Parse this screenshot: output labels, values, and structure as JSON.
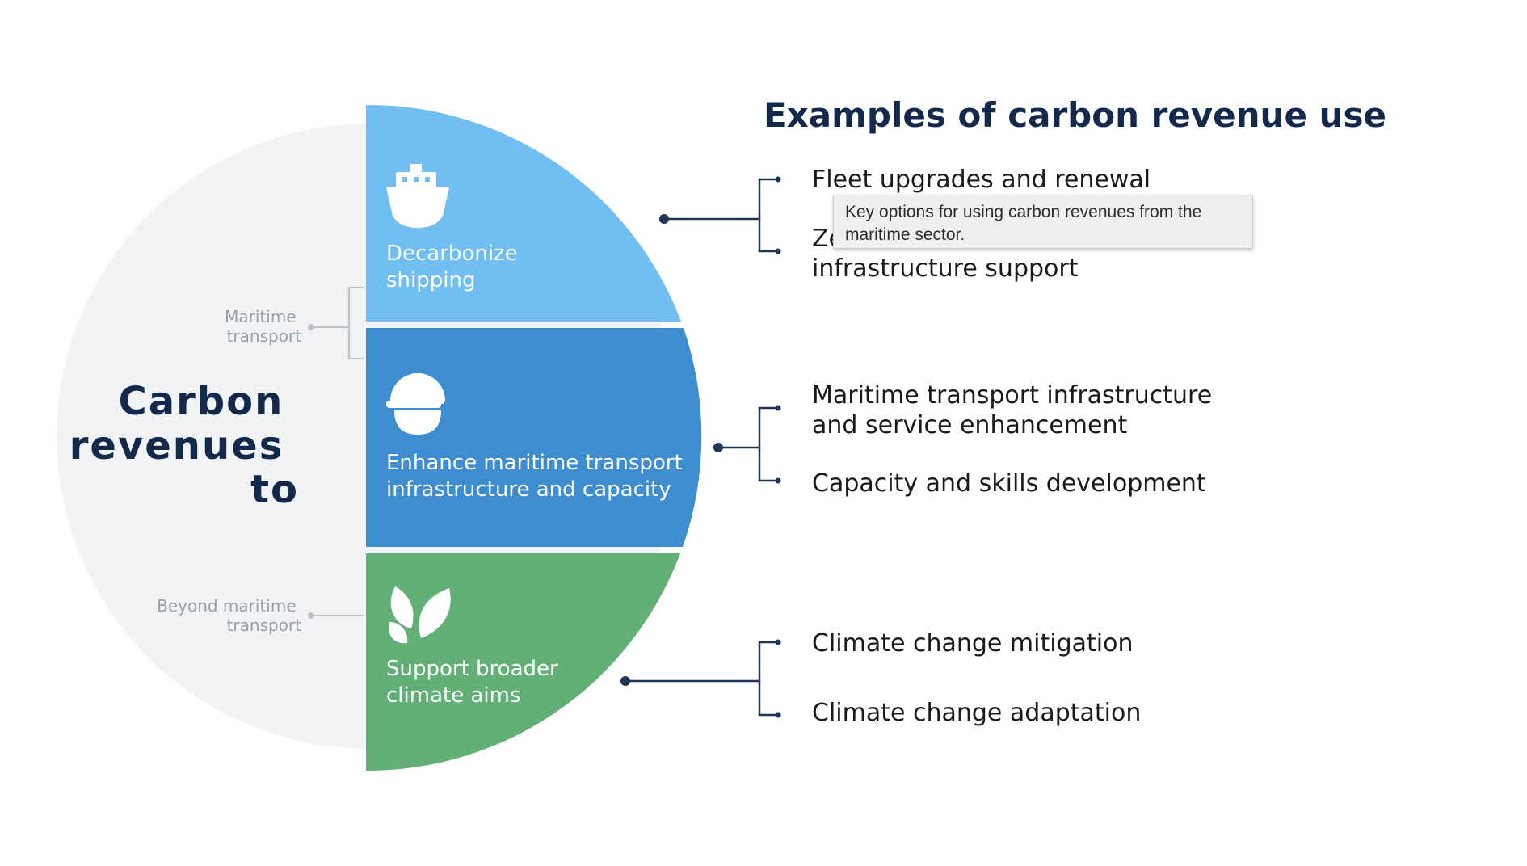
{
  "diagram": {
    "center_label": [
      "Carbon",
      "revenues",
      "to"
    ],
    "side_labels": {
      "maritime": [
        "Maritime",
        "transport"
      ],
      "beyond": [
        "Beyond maritime",
        "transport"
      ]
    },
    "segments": [
      {
        "id": "decarbonize",
        "label": [
          "Decarbonize",
          "shipping"
        ],
        "icon": "ship-icon",
        "color": "#70BEF2",
        "examples": [
          {
            "lines": [
              "Fleet upgrades and renewal"
            ]
          },
          {
            "lines": [
              "Ze",
              "infrastructure support"
            ]
          }
        ]
      },
      {
        "id": "enhance",
        "label": [
          "Enhance maritime transport",
          "infrastructure and capacity"
        ],
        "icon": "hard-hat-icon",
        "color": "#3E8DD0",
        "examples": [
          {
            "lines": [
              "Maritime transport infrastructure",
              "and service enhancement"
            ]
          },
          {
            "lines": [
              "Capacity and skills development"
            ]
          }
        ]
      },
      {
        "id": "climate",
        "label": [
          "Support broader",
          "climate aims"
        ],
        "icon": "leaves-icon",
        "color": "#63B077",
        "examples": [
          {
            "lines": [
              "Climate change mitigation"
            ]
          },
          {
            "lines": [
              "Climate change adaptation"
            ]
          }
        ]
      }
    ],
    "title": "Examples of carbon revenue use",
    "tooltip": [
      "Key options for using carbon revenues from the",
      "maritime sector."
    ],
    "colors": {
      "background_circle": "#F2F3F4",
      "dark_text": "#13294B",
      "muted_text": "#9A9FA5",
      "connector": "#1F3656",
      "muted_connector": "#BFC3C7"
    }
  }
}
